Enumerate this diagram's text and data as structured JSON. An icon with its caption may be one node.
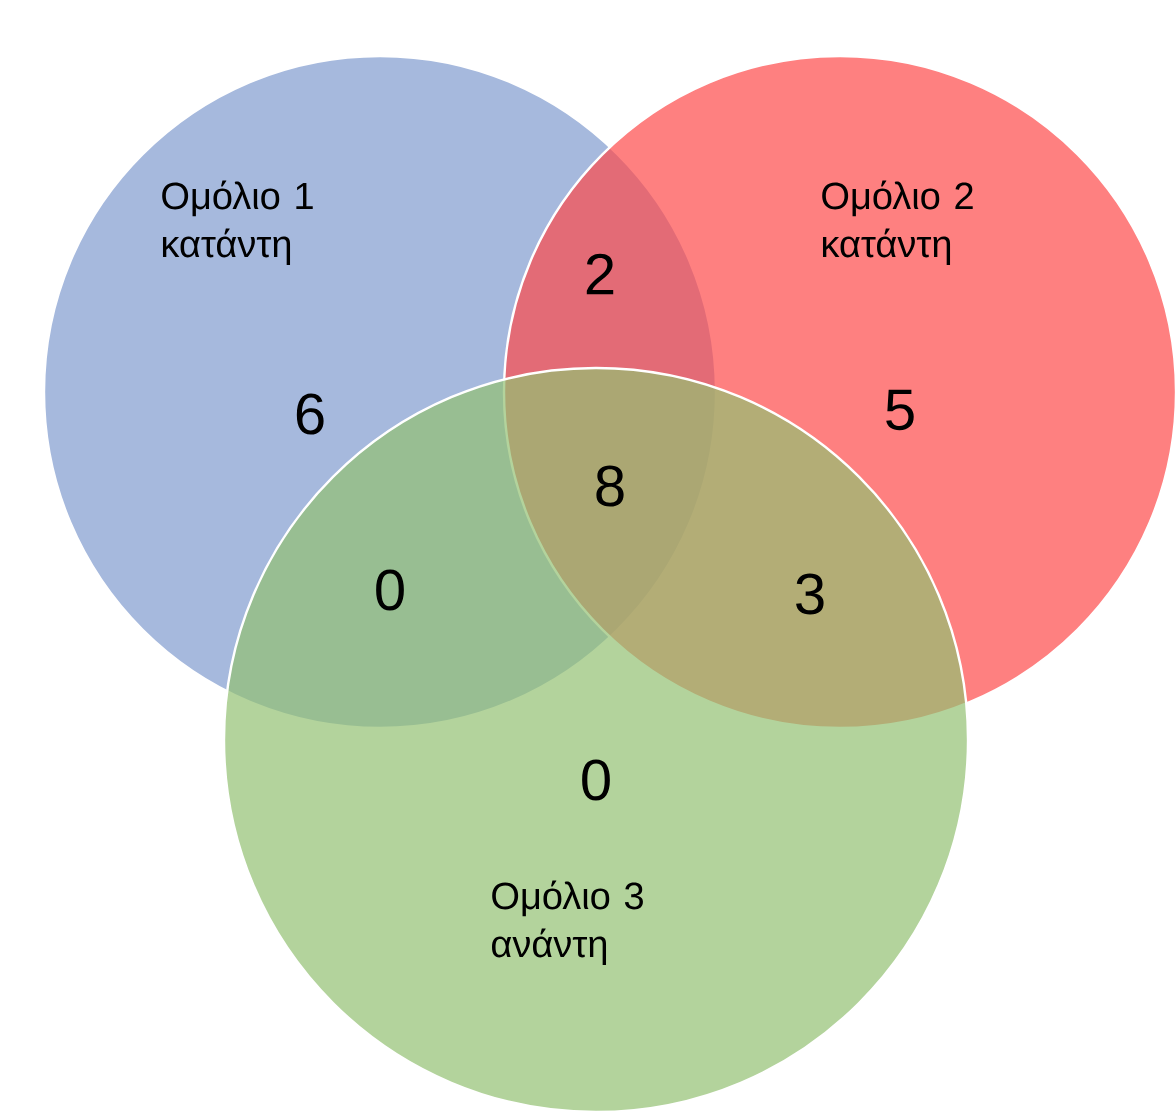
{
  "diagram": {
    "nodes": [
      {
        "text": [
          "Ομόλιο 1 κατάντη"
        ]
      },
      {
        "text": [
          "Ομόλιο 2 κατάντη"
        ]
      },
      {
        "text": [
          "Ομόλιο 3 ανάντη"
        ]
      }
    ],
    "labels": [
      "6",
      "2",
      "5",
      "0",
      "8",
      "3",
      "0"
    ]
  }
}
